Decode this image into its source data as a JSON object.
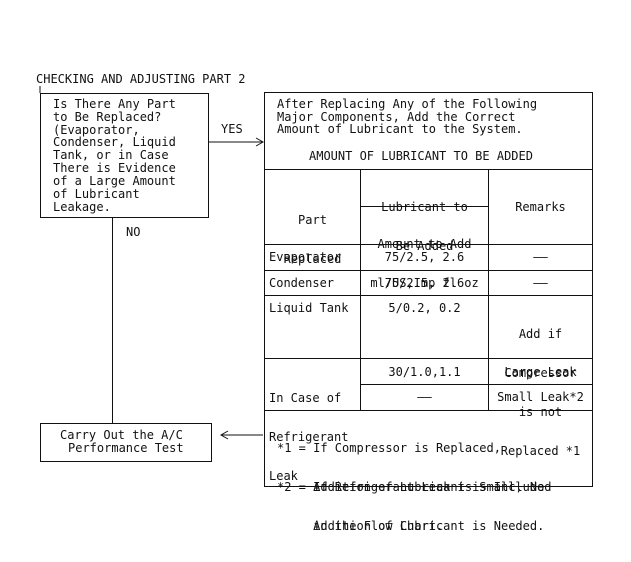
{
  "header": {
    "title": "CHECKING AND ADJUSTING PART 2"
  },
  "question_box": {
    "lines": [
      "Is There Any Part",
      "to Be Replaced?",
      "(Evaporator,",
      "Condenser, Liquid",
      "Tank, or in Case",
      "There is Evidence",
      "of a Large Amount",
      "of Lubricant",
      "Leakage."
    ]
  },
  "branches": {
    "yes": "YES",
    "no": "NO"
  },
  "action_box": {
    "lines": [
      "Carry Out the A/C",
      "Performance Test"
    ]
  },
  "info_box": {
    "intro_lines": [
      "After Replacing Any of the Following",
      "Major Components, Add the Correct",
      "Amount of Lubricant to the System."
    ],
    "table_title": "AMOUNT OF LUBRICANT TO BE ADDED",
    "headers": {
      "part": [
        "Part",
        "Replaced"
      ],
      "lubricant": [
        "Lubricant to",
        "Be Added"
      ],
      "amount": [
        "Amount to Add",
        "ml/US,Imp fl oz"
      ],
      "remarks": "Remarks"
    },
    "rows": [
      {
        "part": [
          "Evaporator"
        ],
        "amount": "75/2.5, 2.6",
        "remarks": [
          "——"
        ]
      },
      {
        "part": [
          "Condenser"
        ],
        "amount": "75/2.5, 2.6",
        "remarks": [
          "——"
        ]
      },
      {
        "part": [
          "Liquid Tank"
        ],
        "amount": "5/0.2, 0.2",
        "remarks": [
          "Add if",
          "Compressor",
          "is not",
          "Replaced *1"
        ]
      },
      {
        "part": [
          "In Case of",
          "Refrigerant",
          "Leak"
        ],
        "amount_large": "30/1.0,1.1",
        "remarks_large": "Large Leak",
        "amount_small": "——",
        "remarks_small": "Small Leak*2"
      }
    ],
    "notes": [
      [
        "*1 = If Compressor is Replaced,",
        "     Addition of Lubricant is Included",
        "     in the Flow Chart."
      ],
      [
        "*2 = If Refrigerant Leak is Small, No",
        "     Addition of Lubricant is Needed."
      ]
    ]
  }
}
